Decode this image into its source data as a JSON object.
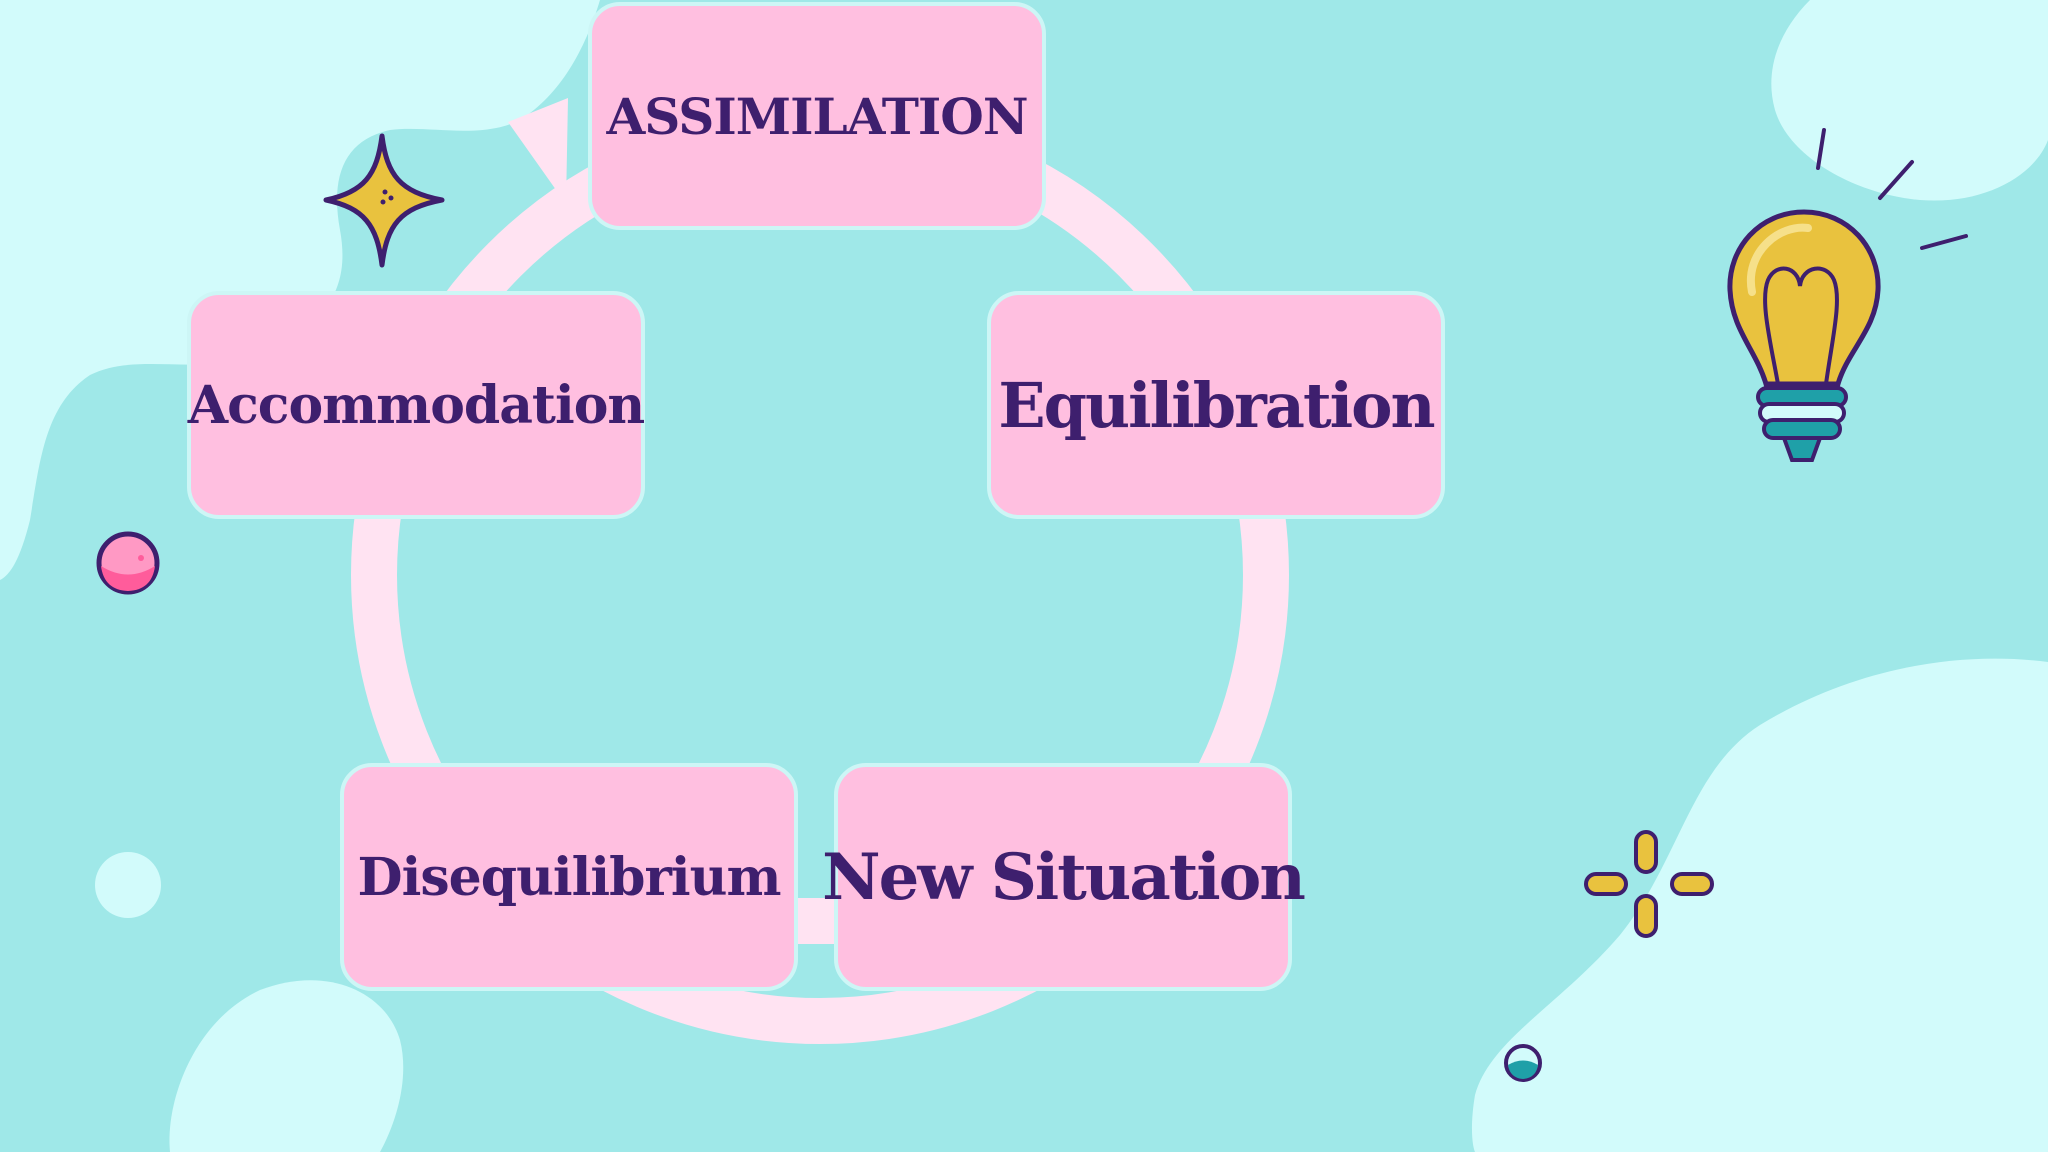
{
  "cycle": {
    "stages": [
      {
        "label": "ASSIMILATION"
      },
      {
        "label": "Equilibration"
      },
      {
        "label": "New Situation"
      },
      {
        "label": "Disequilibrium"
      },
      {
        "label": "Accommodation"
      }
    ]
  },
  "colors": {
    "background": "#9fe8e8",
    "blob": "#d2fbfb",
    "node_fill": "#ffbfe0",
    "node_border": "#cdf6f6",
    "text": "#3e1f6e",
    "ring": "#ffe3f2",
    "accent_yellow": "#e9c23e",
    "accent_pink": "#ff5c9b",
    "accent_teal": "#1fa0a8"
  },
  "decorations": [
    "sparkle-star-icon",
    "light-bulb-icon",
    "sparkle-dashes-icon",
    "pink-ball-icon",
    "teal-ball-icon"
  ]
}
